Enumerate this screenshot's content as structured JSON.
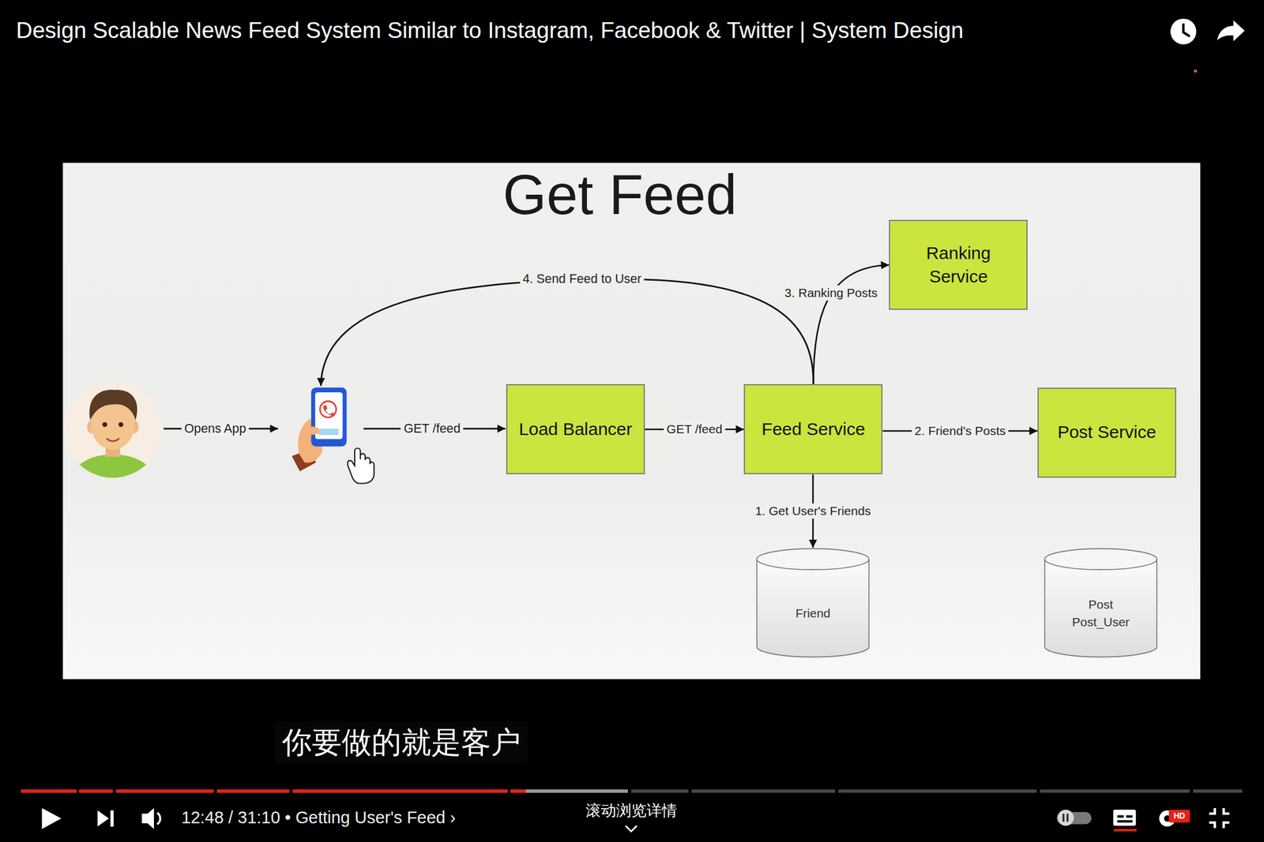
{
  "diagram": {
    "title": "Get Feed",
    "nodes": [
      {
        "text": [
          "Load Balancer"
        ]
      },
      {
        "text": [
          "Feed Service"
        ]
      },
      {
        "text": [
          "Ranking Service"
        ]
      },
      {
        "text": [
          "Post Service"
        ]
      },
      {
        "text": [
          "Friend"
        ]
      },
      {
        "text": [
          "Post",
          "Post_User"
        ]
      }
    ],
    "edges": [
      {
        "from": 0,
        "to": 1,
        "arrow": "to",
        "label": "GET /feed"
      },
      {
        "from": 1,
        "to": 4,
        "arrow": "to",
        "label": "1. Get User's Friends"
      },
      {
        "from": 1,
        "to": 3,
        "arrow": "to",
        "label": "2. Friend's Posts"
      },
      {
        "from": 1,
        "to": 2,
        "arrow": "to",
        "label": "3. Ranking Posts"
      }
    ],
    "labels": [
      "Design Scalable News Feed System Similar to Instagram, Facebook & Twitter | System Design",
      "Opens App",
      "GET /feed",
      "4. Send Feed to User",
      "你要做的就是客户",
      "12:48 / 31:10 • Getting User's Feed ›",
      "滚动浏览详情",
      "HD"
    ]
  }
}
